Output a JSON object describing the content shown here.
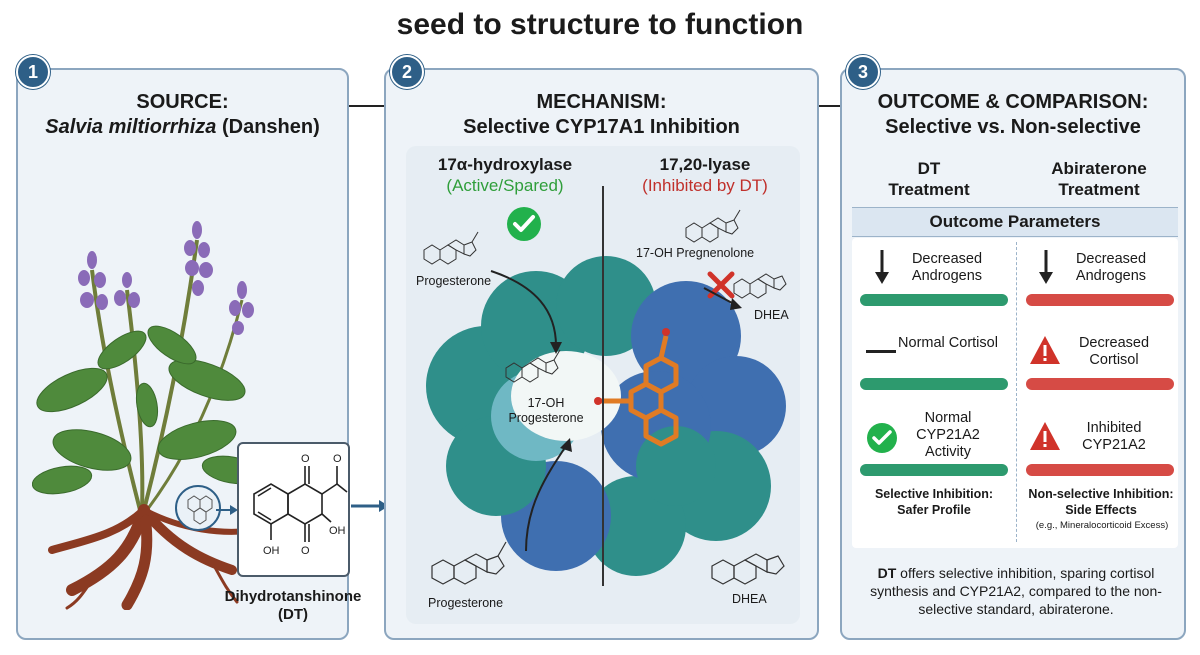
{
  "title": "seed to structure to function",
  "colors": {
    "panel_border": "#8ca6bf",
    "badge": "#2e5f87",
    "green": "#2d9a6e",
    "red": "#d64b45",
    "check": "#22b14c",
    "protein_teal": "#2f8f8a",
    "protein_blue": "#3f6fb0",
    "ligand": "#e07b24"
  },
  "panel1": {
    "number": "1",
    "title_line1": "SOURCE:",
    "title_species": "Salvia miltiorrhiza",
    "title_common": "(Danshen)",
    "compound_label_line1": "Dihydrotanshinone",
    "compound_label_line2": "(DT)",
    "oh_label": "OH",
    "icons": [
      "salvia-plant-icon",
      "molecule-magnifier-icon"
    ]
  },
  "panel2": {
    "number": "2",
    "title_line1": "MECHANISM:",
    "title_line2": "Selective CYP17A1 Inhibition",
    "left_heading": "17α-hydroxylase",
    "left_status": "(Active/Spared)",
    "right_heading": "17,20-lyase",
    "right_status": "(Inhibited by DT)",
    "molecules": {
      "left_top": "Progesterone",
      "center": "17-OH Progesterone",
      "left_bottom": "Progesterone",
      "right_top": "17-OH Pregnenolone",
      "right_mid": "DHEA",
      "right_bottom": "DHEA"
    },
    "icons": [
      "check-icon",
      "x-mark-icon",
      "protein-surface-icon"
    ]
  },
  "panel3": {
    "number": "3",
    "title_line1": "OUTCOME & COMPARISON:",
    "title_line2": "Selective vs. Non-selective",
    "col_left_line1": "DT",
    "col_left_line2": "Treatment",
    "col_right_line1": "Abiraterone",
    "col_right_line2": "Treatment",
    "outcome_header": "Outcome Parameters",
    "rows": [
      {
        "left": "Decreased Androgens",
        "left_icon": "down-arrow-icon",
        "right": "Decreased Androgens",
        "right_icon": "down-arrow-icon"
      },
      {
        "left": "Normal Cortisol",
        "left_icon": "dash-icon",
        "right": "Decreased Cortisol",
        "right_icon": "warning-icon"
      },
      {
        "left": "Normal CYP21A2 Activity",
        "left_icon": "check-icon",
        "right": "Inhibited CYP21A2",
        "right_icon": "warning-icon"
      }
    ],
    "left_footer_line1": "Selective Inhibition:",
    "left_footer_line2": "Safer Profile",
    "right_footer_line1": "Non-selective Inhibition:",
    "right_footer_line2": "Side Effects",
    "right_footer_note": "(e.g., Mineralocorticoid Excess)",
    "summary_bold": "DT",
    "summary_rest": "offers selective inhibition, sparing cortisol synthesis and CYP21A2, compared to the non-selective standard, abiraterone."
  }
}
